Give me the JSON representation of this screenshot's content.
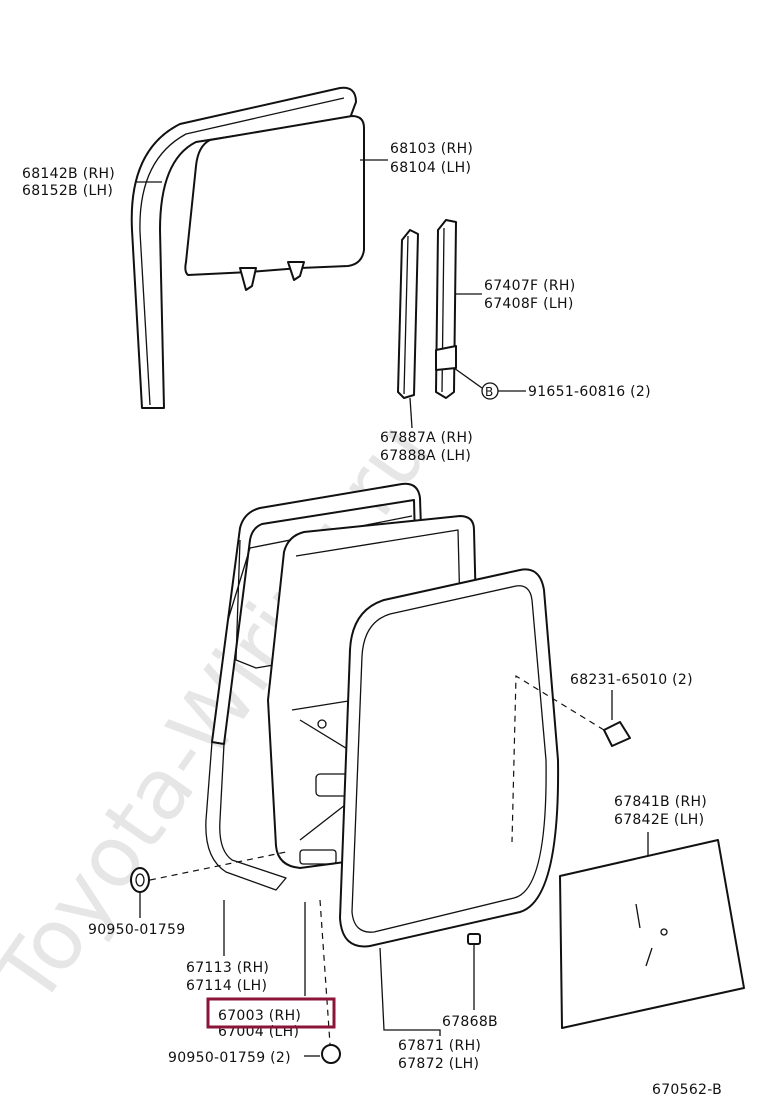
{
  "watermark": "Toyota-Wiring.ru",
  "diagram_code": "670562-B",
  "highlight_color": "#8a1538",
  "labels": {
    "glass_channel": [
      "68142B (RH)",
      "68152B (LH)"
    ],
    "door_glass": [
      "68103 (RH)",
      "68104 (LH)"
    ],
    "rear_channel": [
      "67407F (RH)",
      "67408F (LH)"
    ],
    "bolt": "91651-60816 (2)",
    "bolt_marker": "B",
    "division_bar": [
      "67887A (RH)",
      "67888A (LH)"
    ],
    "clip": "68231-65010 (2)",
    "service_hole_cover": [
      "67841B (RH)",
      "67842E (LH)"
    ],
    "hole_plug_left": "90950-01759",
    "door_weatherstrip": [
      "67113 (RH)",
      "67114 (LH)"
    ],
    "door_panel": [
      "67003 (RH)",
      "67004 (LH)"
    ],
    "hole_plug_bottom": "90950-01759 (2)",
    "pad": "67868B",
    "opening_trim": [
      "67871 (RH)",
      "67872 (LH)"
    ]
  }
}
